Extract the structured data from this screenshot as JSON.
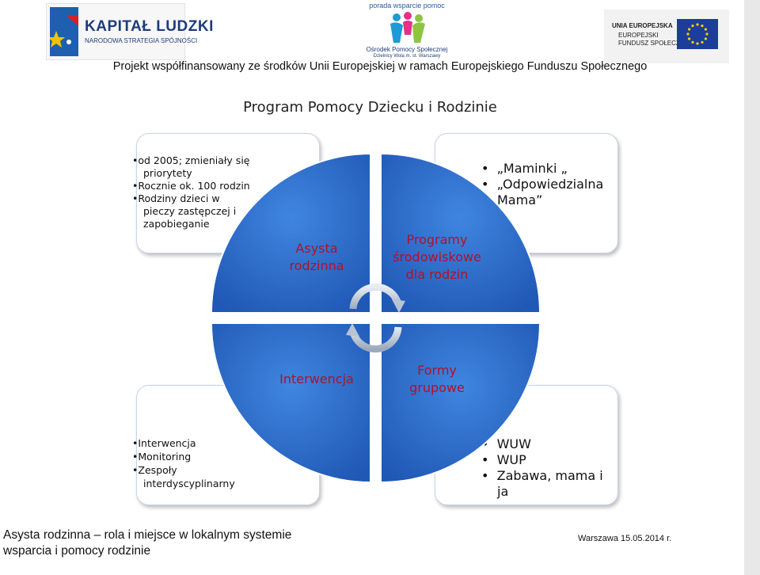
{
  "logos": {
    "left": {
      "title": "KAPITAŁ LUDZKI",
      "subtitle": "NARODOWA STRATEGIA SPÓJNOŚCI"
    },
    "center": {
      "arc_text": "porada  wsparcie  pomoc",
      "name": "Ośrodek Pomocy Społecznej",
      "sub": "Dzielnicy Wola m. st. Warszawy"
    },
    "right": {
      "line1": "UNIA EUROPEJSKA",
      "line2": "EUROPEJSKI",
      "line3": "FUNDUSZ SPOŁECZNY"
    }
  },
  "cofunding": "Projekt  współfinansowany ze środków Unii Europejskiej w ramach Europejskiego Funduszu Społecznego",
  "title": "Program Pomocy Dziecku i Rodzinie",
  "quadrants": {
    "top_left": "Asysta rodzinna",
    "top_right": "Programy środowiskowe dla rodzin",
    "bottom_left": "Interwencja",
    "bottom_right": "Formy grupowe"
  },
  "cards": {
    "top_left": [
      "od 2005; zmieniały się priorytety",
      "Rocznie ok. 100 rodzin",
      "Rodziny dzieci w pieczy zastępczej i zapobieganie"
    ],
    "top_right": [
      "„Maminki „",
      "„Odpowiedzialna Mama”"
    ],
    "bottom_left": [
      "Interwencja",
      "Monitoring",
      "Zespoły interdyscyplinarny"
    ],
    "bottom_right": [
      "WUW",
      "WUP",
      "Zabawa, mama i ja"
    ]
  },
  "footer": {
    "left_line1": "Asysta rodzinna – rola i miejsce w lokalnym systemie",
    "left_line2": "wsparcia i pomocy rodzinie",
    "right": "Warszawa 15.05.2014 r."
  },
  "colors": {
    "quadrant_blue": "#2f6fcb",
    "label_red": "#b3102a"
  }
}
